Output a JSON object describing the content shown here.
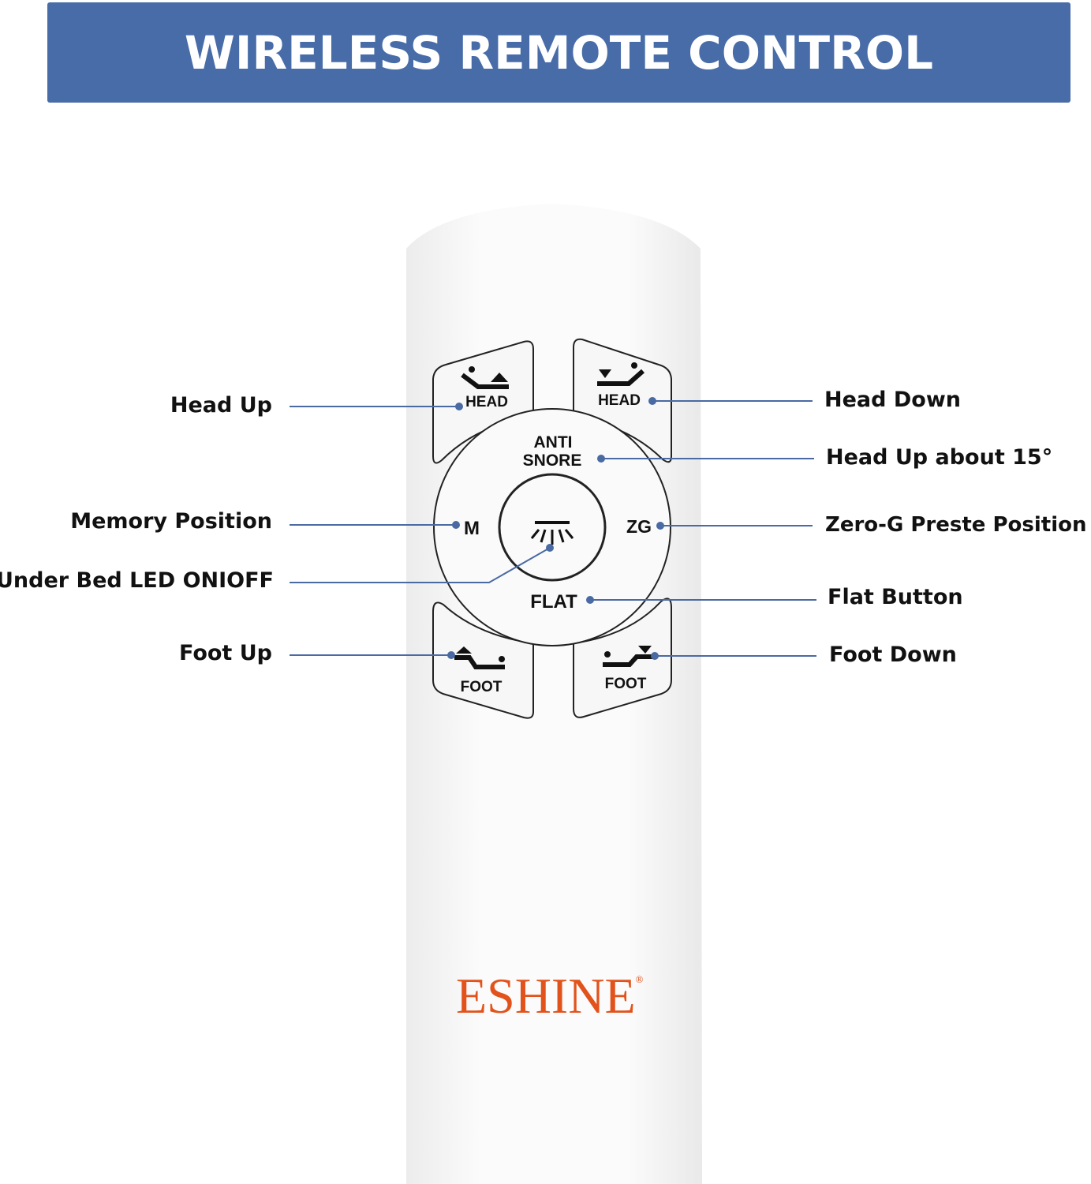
{
  "title": "WIRELESS REMOTE CONTROL",
  "brand": {
    "name": "ESHINE",
    "mark": "®",
    "color": "#e2531c"
  },
  "colors": {
    "banner": "#476ca8",
    "callout": "#4a6aa3"
  },
  "buttons": {
    "head_up": {
      "label": "HEAD",
      "icon": "head-up-bed-icon"
    },
    "head_down": {
      "label": "HEAD",
      "icon": "head-down-bed-icon"
    },
    "anti_snore": {
      "line1": "ANTI",
      "line2": "SNORE"
    },
    "memory": {
      "label": "M"
    },
    "zero_g": {
      "label": "ZG"
    },
    "led": {
      "icon": "light-icon"
    },
    "flat": {
      "label": "FLAT"
    },
    "foot_up": {
      "label": "FOOT",
      "icon": "foot-up-bed-icon"
    },
    "foot_down": {
      "label": "FOOT",
      "icon": "foot-down-bed-icon"
    }
  },
  "callouts": {
    "head_up": "Head Up",
    "memory": "Memory Position",
    "led": "Under Bed LED ONIOFF",
    "foot_up": "Foot Up",
    "head_down": "Head Down",
    "anti_snore": "Head Up about 15°",
    "zero_g": "Zero-G Preste Position",
    "flat": "Flat Button",
    "foot_down": "Foot Down"
  }
}
